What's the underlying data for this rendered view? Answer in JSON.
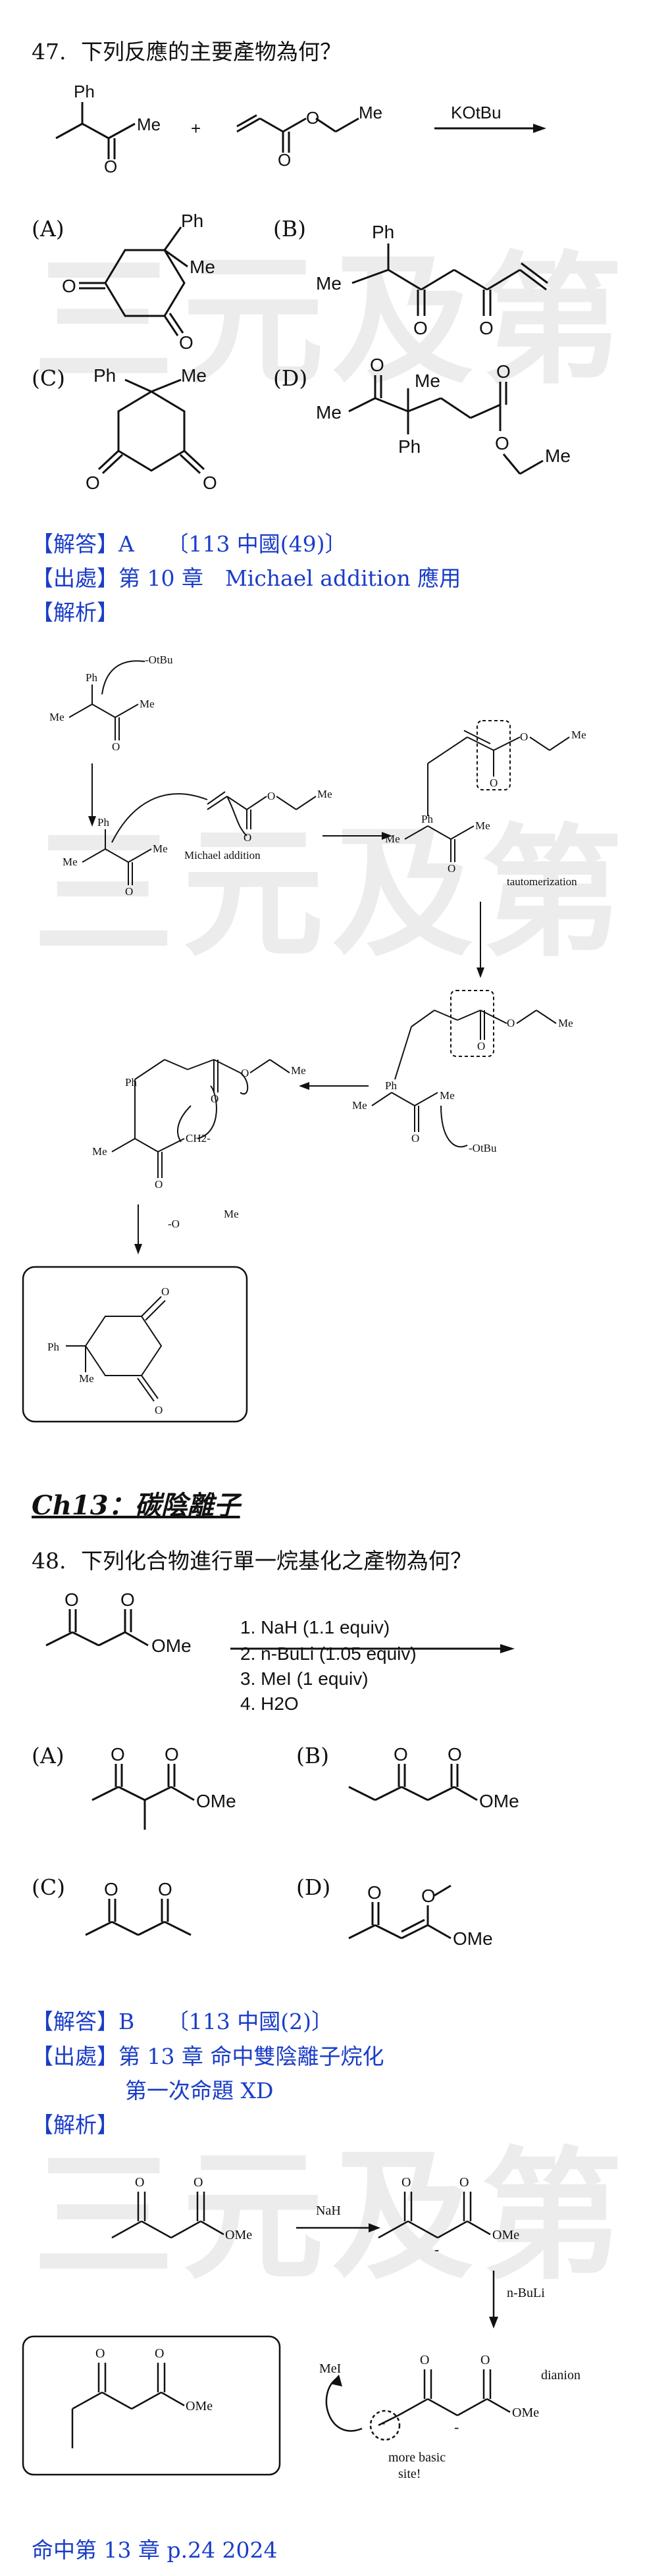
{
  "watermark": "三元及第",
  "q47": {
    "number": "47.",
    "question": "下列反應的主要產物為何？",
    "reagent": "KOtBu",
    "options": [
      {
        "label": "(A)"
      },
      {
        "label": "(B)"
      },
      {
        "label": "(C)"
      },
      {
        "label": "(D)"
      }
    ],
    "answer": "【解答】A　　〔113 中國(49)〕",
    "source": "【出處】第 10 章　Michael addition 應用",
    "analysis": "【解析】",
    "mech": {
      "base1": "-OtBu",
      "michael": "Michael addition",
      "tauto": "tautomerization",
      "base2": "-OtBu",
      "leaving": "-O",
      "ch2": "CH2-"
    }
  },
  "section": "Ch13：碳陰離子",
  "q48": {
    "number": "48.",
    "question": "下列化合物進行單一烷基化之產物為何？",
    "steps": [
      "1. NaH (1.1 equiv)",
      "2. n-BuLi (1.05 equiv)",
      "3. MeI (1 equiv)",
      "4. H2O"
    ],
    "options": [
      {
        "label": "(A)"
      },
      {
        "label": "(B)"
      },
      {
        "label": "(C)"
      },
      {
        "label": "(D)"
      }
    ],
    "answer": "【解答】B　　〔113 中國(2)〕",
    "source": "【出處】第 13 章  命中雙陰離子烷化",
    "source2": "第一次命題 XD",
    "analysis": "【解析】",
    "mech": {
      "nah": "NaH",
      "buli": "n-BuLi",
      "mei": "MeI",
      "dianion": "dianion",
      "more_basic": "more basic",
      "site": "site!"
    }
  },
  "footer": "命中第 13 章 p.24 2024",
  "labels": {
    "ph": "Ph",
    "me": "Me",
    "ome": "OMe",
    "o": "O",
    "oplus": "+"
  }
}
